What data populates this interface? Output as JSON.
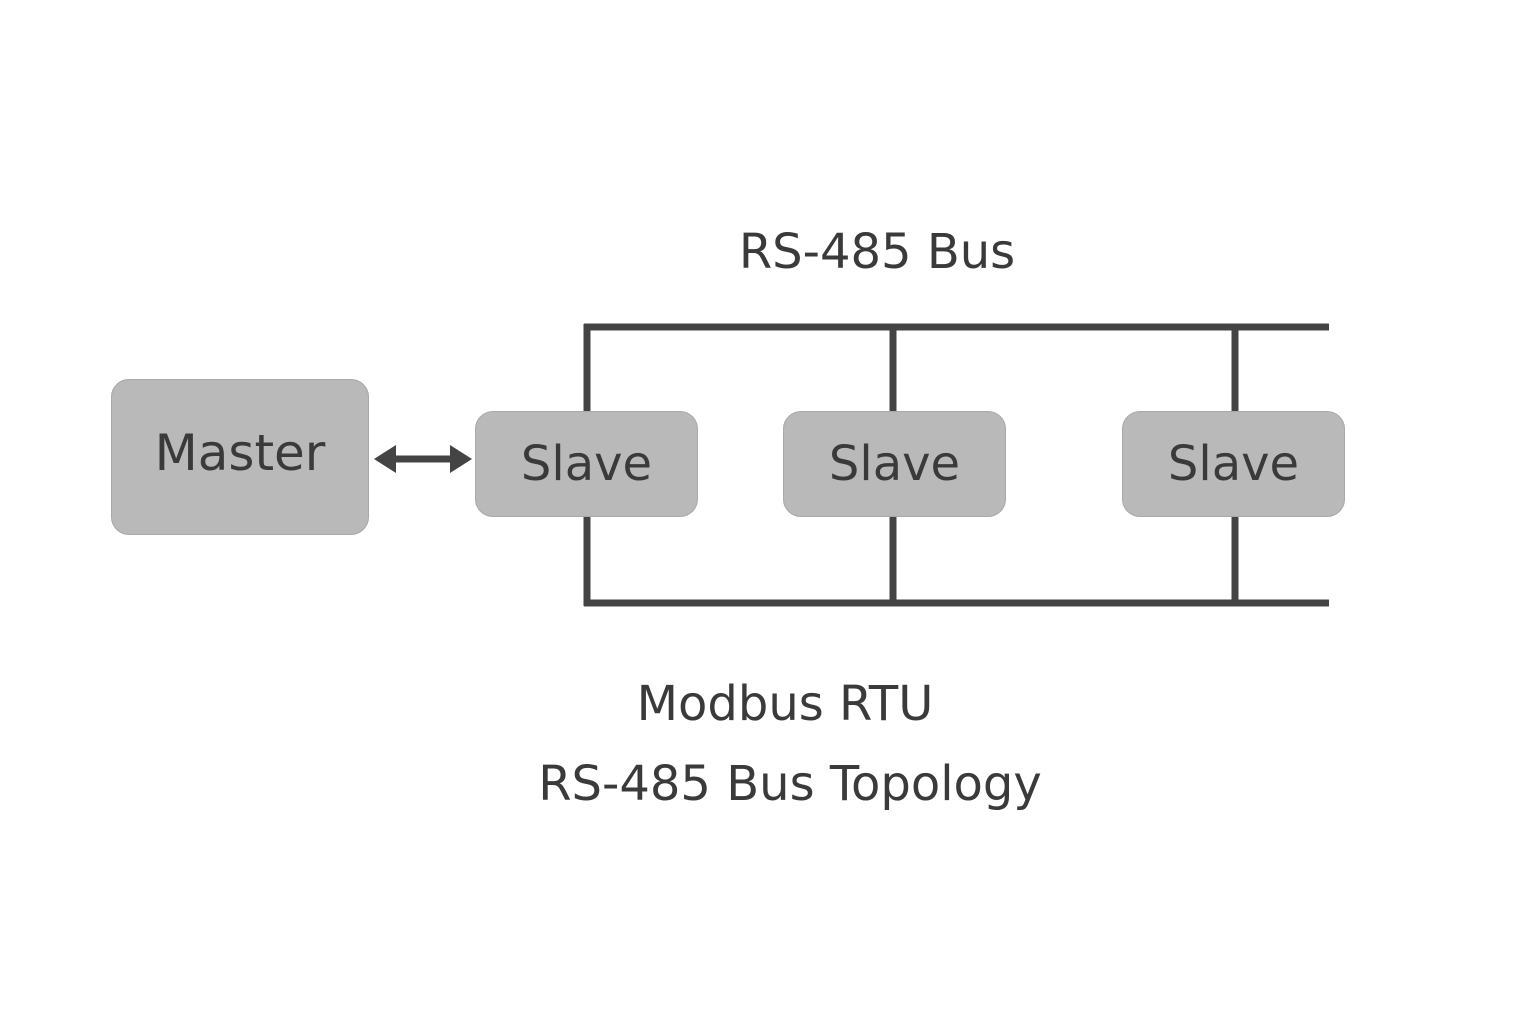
{
  "diagram": {
    "bus_label": "RS-485 Bus",
    "master_label": "Master",
    "slaves": [
      {
        "label": "Slave"
      },
      {
        "label": "Slave"
      },
      {
        "label": "Slave"
      }
    ],
    "caption_line_1": "Modbus RTU",
    "caption_line_2": "RS-485 Bus Topology",
    "colors": {
      "node_fill": "#b9b9b9",
      "line": "#444444",
      "text": "#3a3a3a",
      "background": "#ffffff"
    }
  }
}
